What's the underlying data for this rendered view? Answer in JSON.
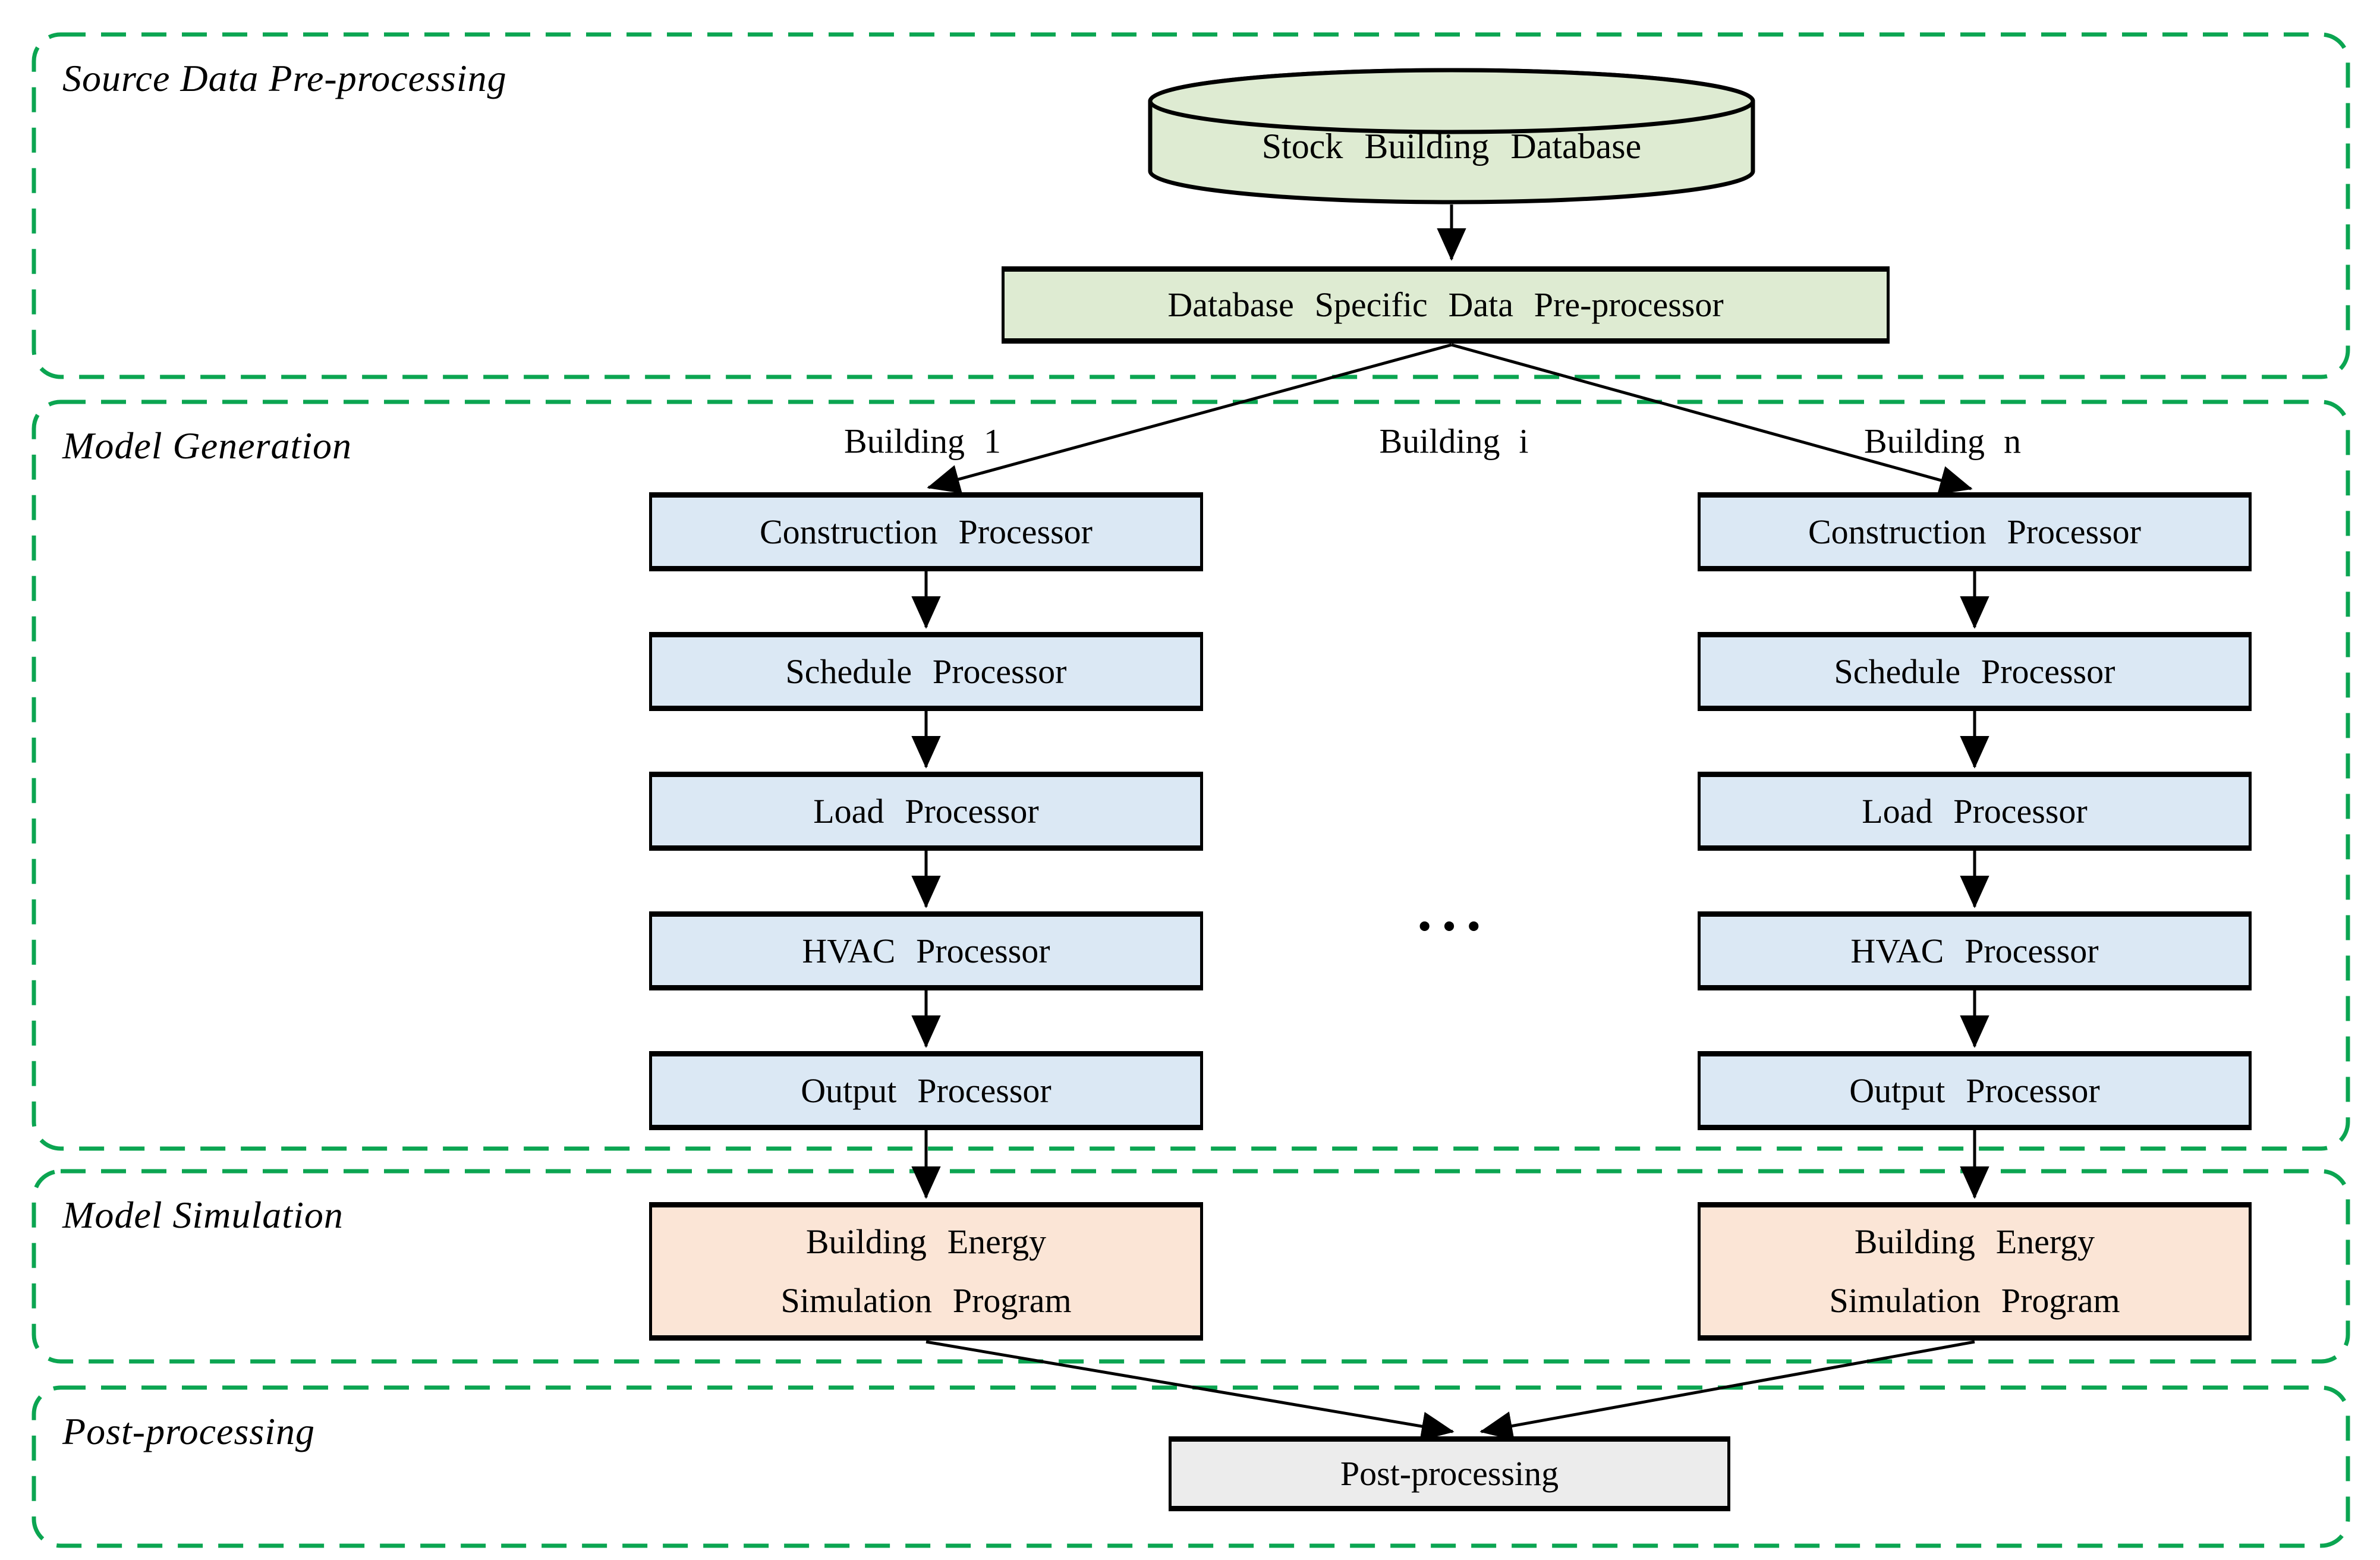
{
  "colors": {
    "frame-green": "#0ba551",
    "green-fill": "#deebd2",
    "blue-fill": "#dbe8f4",
    "orange-fill": "#fbe5d6",
    "gray-fill": "#ececec"
  },
  "sections": {
    "source_data": "Source Data Pre-processing",
    "model_generation": "Model Generation",
    "model_simulation": "Model Simulation",
    "post_processing": "Post-processing"
  },
  "nodes": {
    "database": "Stock Building Database",
    "preprocessor": "Database Specific Data Pre-processor",
    "simulation_line1": "Building Energy",
    "simulation_line2": "Simulation Program",
    "post_processing": "Post-processing",
    "ellipsis": "···"
  },
  "branch_labels": [
    "Building 1",
    "Building i",
    "Building n"
  ],
  "processors": [
    "Construction Processor",
    "Schedule Processor",
    "Load Processor",
    "HVAC Processor",
    "Output Processor"
  ]
}
